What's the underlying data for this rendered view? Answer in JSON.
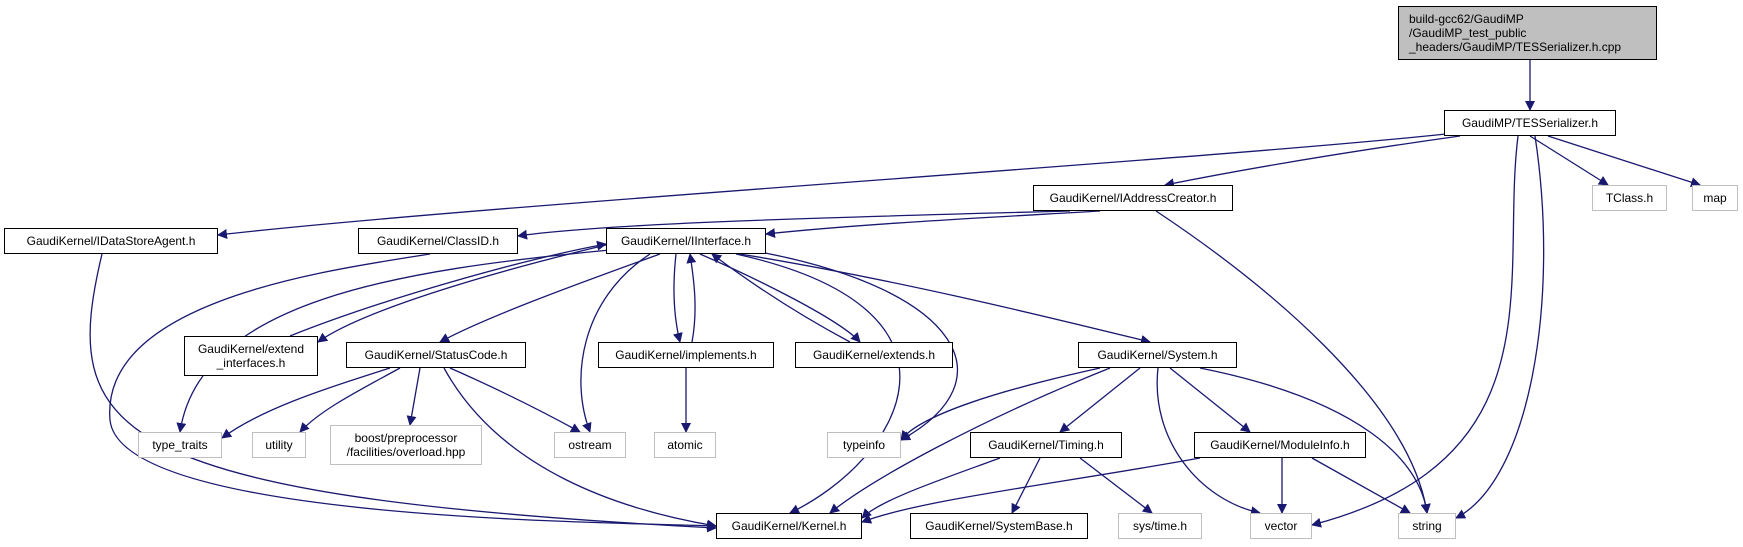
{
  "colors": {
    "edge": "#191970",
    "node_border": "#000000",
    "external_border": "#bfbfbf",
    "root_fill": "#bfbfbf"
  },
  "nodes": {
    "root": "build-gcc62/GaudiMP\n/GaudiMP_test_public\n_headers/GaudiMP/TESSerializer.h.cpp",
    "tesserializer": "GaudiMP/TESSerializer.h",
    "iaddresscreator": "GaudiKernel/IAddressCreator.h",
    "tclass": "TClass.h",
    "map": "map",
    "idatastoreagent": "GaudiKernel/IDataStoreAgent.h",
    "classid": "GaudiKernel/ClassID.h",
    "iinterface": "GaudiKernel/IInterface.h",
    "extend_interfaces": "GaudiKernel/extend\n_interfaces.h",
    "statuscode": "GaudiKernel/StatusCode.h",
    "implements": "GaudiKernel/implements.h",
    "extends": "GaudiKernel/extends.h",
    "system": "GaudiKernel/System.h",
    "type_traits": "type_traits",
    "utility": "utility",
    "boost_overload": "boost/preprocessor\n/facilities/overload.hpp",
    "ostream": "ostream",
    "atomic": "atomic",
    "typeinfo": "typeinfo",
    "timing": "GaudiKernel/Timing.h",
    "moduleinfo": "GaudiKernel/ModuleInfo.h",
    "kernel": "GaudiKernel/Kernel.h",
    "systembase": "GaudiKernel/SystemBase.h",
    "systime": "sys/time.h",
    "vector": "vector",
    "string": "string"
  }
}
